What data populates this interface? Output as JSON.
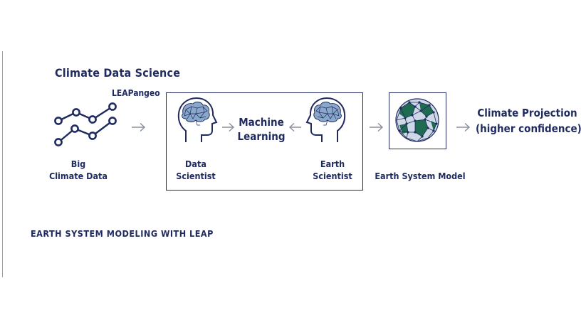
{
  "title": "Climate Data Science",
  "leap_pangeo": "LEAPangeo",
  "big_climate_data": [
    "Big",
    "Climate Data"
  ],
  "data_scientist": [
    "Data",
    "Scientist"
  ],
  "machine_learning": [
    "Machine",
    "Learning"
  ],
  "earth_scientist": [
    "Earth",
    "Scientist"
  ],
  "earth_system_model": "Earth System Model",
  "climate_projection": [
    "Climate Projection",
    "(higher confidence)"
  ],
  "footer": "EARTH SYSTEM MODELING WITH LEAP",
  "icons": [
    "line-chart-icon",
    "head-brain-icon",
    "globe-network-icon",
    "arrow-right-icon",
    "arrow-left-icon"
  ],
  "colors": {
    "navy": "#1f2a5e",
    "brain": "#6e8fb5",
    "globe_green": "#1e6b52",
    "arrow": "#8a8f9e"
  }
}
